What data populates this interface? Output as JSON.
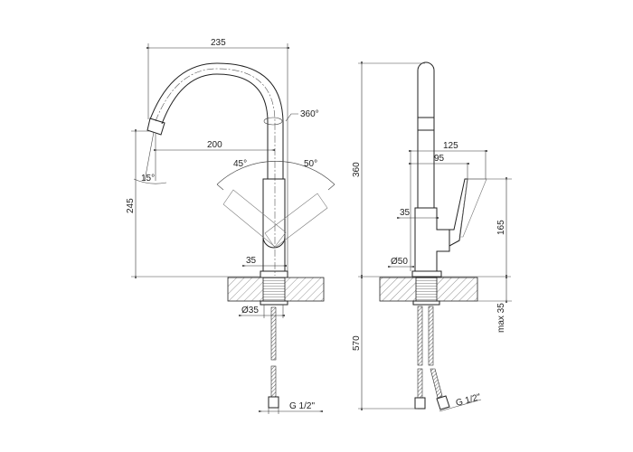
{
  "front_view": {
    "overall_reach": "235",
    "spout_reach": "200",
    "swivel_angle": "360°",
    "aerator_angle": "15°",
    "handle_angle_left": "45°",
    "handle_angle_right": "50°",
    "spout_height": "245",
    "body_width": "35",
    "shank_diameter": "Ø35",
    "connection": "G 1/2\""
  },
  "side_view": {
    "overall_height": "360",
    "hose_length": "570",
    "handle_reach": "125",
    "handle_offset": "95",
    "body_depth": "35",
    "base_diameter": "Ø50",
    "handle_height": "165",
    "max_countertop": "max 35",
    "connection": "G 1/2\""
  }
}
